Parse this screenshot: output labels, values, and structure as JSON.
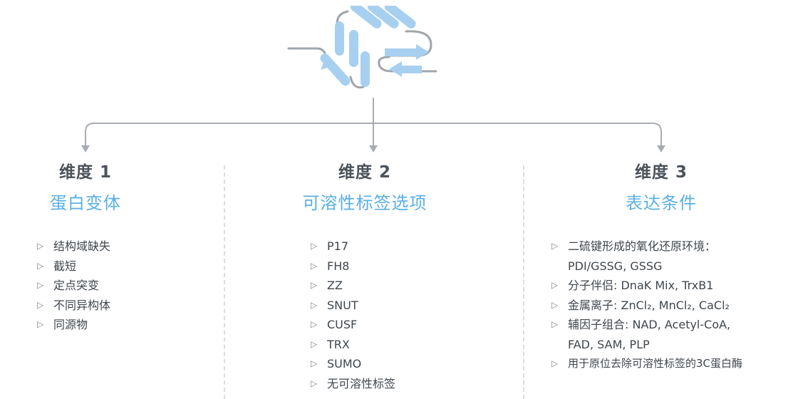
{
  "columns": [
    {
      "heading": "维度 1",
      "subheading": "蛋白变体",
      "items": [
        {
          "text": "结构域缺失"
        },
        {
          "text": "截短"
        },
        {
          "text": "定点突变"
        },
        {
          "text": "不同异构体"
        },
        {
          "text": "同源物"
        }
      ]
    },
    {
      "heading": "维度 2",
      "subheading": "可溶性标签选项",
      "items": [
        {
          "text": "P17"
        },
        {
          "text": "FH8"
        },
        {
          "text": "ZZ"
        },
        {
          "text": "SNUT"
        },
        {
          "text": "CUSF"
        },
        {
          "text": "TRX"
        },
        {
          "text": "SUMO"
        },
        {
          "text": "无可溶性标签"
        }
      ]
    },
    {
      "heading": "维度 3",
      "subheading": "表达条件",
      "items": [
        {
          "text": "二硫键形成的氧化还原环境：",
          "cont": "PDI/GSSG, GSSG"
        },
        {
          "text": "分子伴侣: DnaK Mix, TrxB1"
        },
        {
          "text": "金属离子: ZnCl₂, MnCl₂, CaCl₂"
        },
        {
          "text": "辅因子组合: NAD, Acetyl-CoA,",
          "cont": "FAD, SAM, PLP"
        },
        {
          "text": "用于原位去除可溶性标签的3C蛋白酶"
        }
      ]
    }
  ],
  "colors": {
    "heading": "#4b525a",
    "subheading": "#5ab0e6",
    "text": "#3f464d",
    "connector": "#a8adb3",
    "protein_blue": "#a7d0f0",
    "protein_loop": "#a0a5ab",
    "divider": "#dcdcdc"
  },
  "icons": {
    "protein": "protein-structure-icon",
    "bullet": "open-triangle-bullet-icon"
  }
}
